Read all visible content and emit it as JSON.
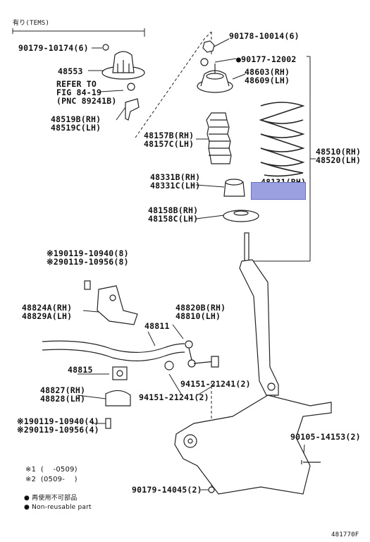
{
  "header_note": "有り(TEMS)",
  "labels": {
    "p90179_10174": "90179-10174(6)",
    "p48553": "48553",
    "refer_line1": "REFER TO",
    "refer_line2": "FIG 84-19",
    "refer_line3": "(PNC 89241B)",
    "p48519b": "48519B(RH)",
    "p48519c": "48519C(LH)",
    "p90178_10014": "90178-10014(6)",
    "p90177_12002": "90177-12002",
    "p48603": "48603(RH)",
    "p48609": "48609(LH)",
    "p48157b": "48157B(RH)",
    "p48157c": "48157C(LH)",
    "p48510": "48510(RH)",
    "p48520": "48520(LH)",
    "p48331b": "48331B(RH)",
    "p48331c": "48331C(LH)",
    "p48131": "48131(RH)",
    "p48158b": "48158B(RH)",
    "p48158c": "48158C(LH)",
    "p90119_10940_top": "※190119-10940(8)",
    "p90119_10956_top": "※290119-10956(8)",
    "p48824a": "48824A(RH)",
    "p48829a": "48829A(LH)",
    "p48820b": "48820B(RH)",
    "p48810": "48810(LH)",
    "p48811": "48811",
    "p48815": "48815",
    "p48827": "48827(RH)",
    "p48828": "48828(LH)",
    "p94151_21241_right": "94151-21241(2)",
    "p94151_21241_left": "94151-21241(2)",
    "p90119_10940_bot": "※190119-10940(4)",
    "p90119_10956_bot": "※290119-10956(4)",
    "p90105_14153": "90105-14153(2)",
    "p90179_14045": "90179-14045(2)"
  },
  "legend": {
    "row1": "※1  (    -0509)",
    "row2": "※2  (0509-    )",
    "nonreusable_jp": "● 再使用不可部品",
    "nonreusable_en": "● Non-reusable part"
  },
  "figure_id": "481770F"
}
